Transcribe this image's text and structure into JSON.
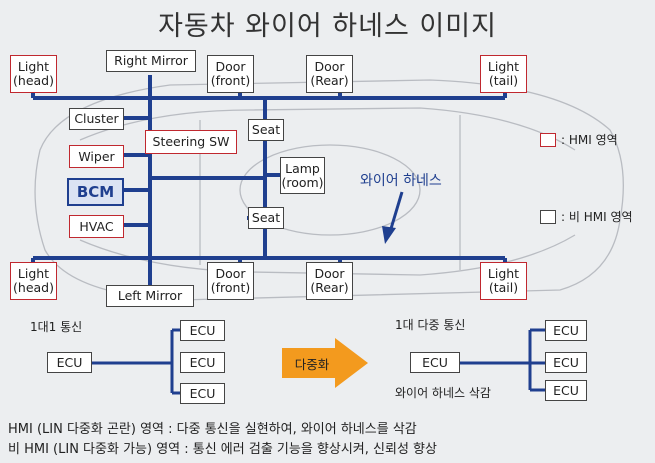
{
  "title": "자동차 와이어 하네스 이미지",
  "boxes": {
    "light_head_top": "Light\n(head)",
    "right_mirror": "Right Mirror",
    "door_front_top": "Door\n(front)",
    "door_rear_top": "Door\n(Rear)",
    "light_tail_top": "Light\n(tail)",
    "cluster": "Cluster",
    "steering_sw": "Steering SW",
    "seat_top": "Seat",
    "wiper": "Wiper",
    "bcm": "BCM",
    "lamp_room": "Lamp\n(room)",
    "hvac": "HVAC",
    "seat_bottom": "Seat",
    "light_head_bottom": "Light\n(head)",
    "left_mirror": "Left Mirror",
    "door_front_bottom": "Door\n(front)",
    "door_rear_bottom": "Door\n(Rear)",
    "light_tail_bottom": "Light\n(tail)"
  },
  "wire_label": "와이어 하네스",
  "legend": {
    "hmi": ": HMI 영역",
    "non_hmi": ": 비 HMI 영역"
  },
  "topology_left": {
    "label": "1대1 통신",
    "ecu_main": "ECU",
    "ecus": [
      "ECU",
      "ECU",
      "ECU"
    ]
  },
  "arrow_label": "다중화",
  "topology_right": {
    "label": "1대 다중 통신",
    "ecu_main": "ECU",
    "ecus": [
      "ECU",
      "ECU",
      "ECU"
    ],
    "caption": "와이어 하네스 삭감"
  },
  "notes": [
    "HMI (LIN 다중화 곤란) 영역 : 다중 통신을 실현하여, 와이어 하네스를 삭감",
    "비 HMI (LIN 다중화 가능) 영역 : 통신 에러 검출 기능을 향상시켜, 신뢰성 향상"
  ],
  "colors": {
    "hmi_border": "#c0282f",
    "wire": "#1f3f8f",
    "arrow": "#f39a1e"
  }
}
